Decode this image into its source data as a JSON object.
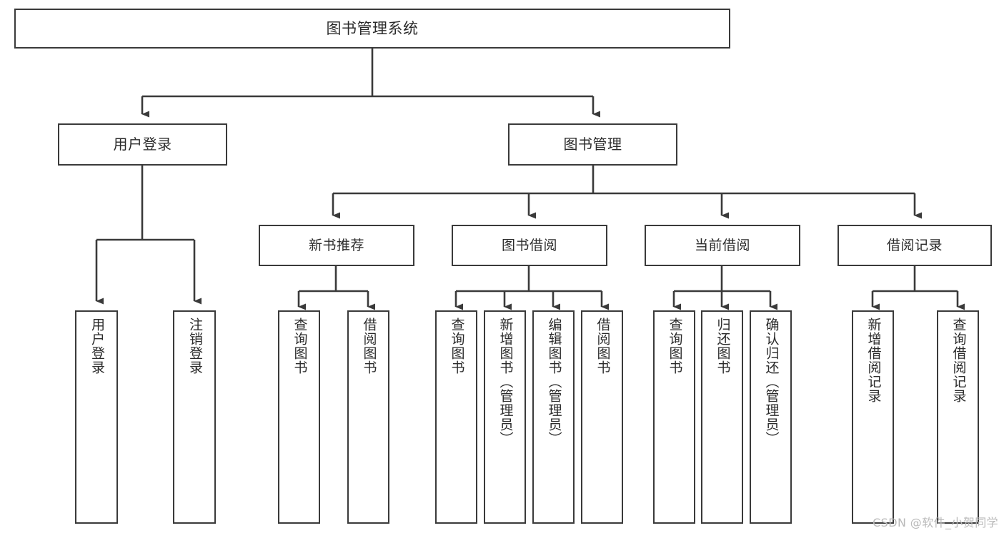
{
  "diagram": {
    "title": "图书管理系统",
    "watermark": "CSDN @软件_小贺同学",
    "line_color": "#3a3a3a",
    "box_fill": "#ffffff",
    "text_color": "#2b2b2b",
    "root": {
      "label": "图书管理系统"
    },
    "level1": [
      {
        "label": "用户登录"
      },
      {
        "label": "图书管理"
      }
    ],
    "level2": [
      {
        "label": "新书推荐"
      },
      {
        "label": "图书借阅"
      },
      {
        "label": "当前借阅"
      },
      {
        "label": "借阅记录"
      }
    ],
    "leaves": {
      "user_login": [
        {
          "label": "用户登录"
        },
        {
          "label": "注销登录"
        }
      ],
      "new_book_recommend": [
        {
          "label": "查询图书"
        },
        {
          "label": "借阅图书"
        }
      ],
      "book_borrow": [
        {
          "label": "查询图书"
        },
        {
          "label": "新增图书（管理员）"
        },
        {
          "label": "编辑图书（管理员）"
        },
        {
          "label": "借阅图书"
        }
      ],
      "current_borrow": [
        {
          "label": "查询图书"
        },
        {
          "label": "归还图书"
        },
        {
          "label": "确认归还（管理员）"
        }
      ],
      "borrow_record": [
        {
          "label": "新增借阅记录"
        },
        {
          "label": "查询借阅记录"
        }
      ]
    }
  }
}
